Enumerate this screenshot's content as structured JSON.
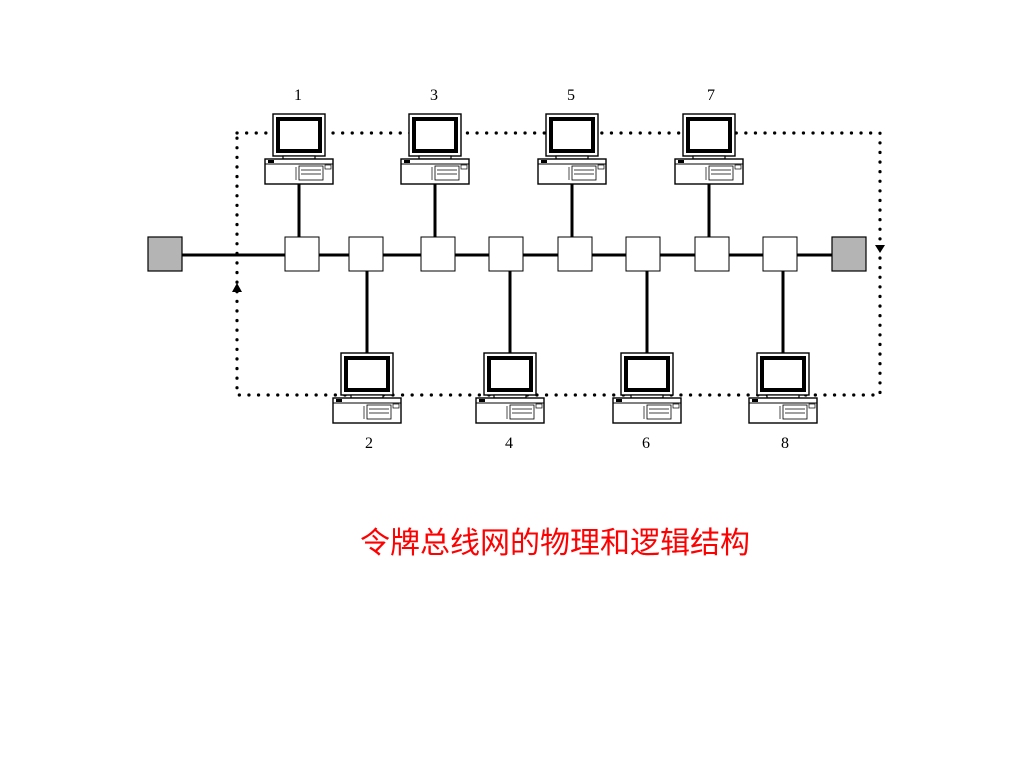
{
  "caption": "令牌总线网的物理和逻辑结构",
  "colors": {
    "caption": "#ff0000",
    "terminator": "#b4b4b4",
    "line": "#000000",
    "tap_fill": "#ffffff"
  },
  "stations": [
    {
      "label": "1",
      "side": "top"
    },
    {
      "label": "3",
      "side": "top"
    },
    {
      "label": "5",
      "side": "top"
    },
    {
      "label": "7",
      "side": "top"
    },
    {
      "label": "2",
      "side": "bottom"
    },
    {
      "label": "4",
      "side": "bottom"
    },
    {
      "label": "6",
      "side": "bottom"
    },
    {
      "label": "8",
      "side": "bottom"
    }
  ],
  "legend_icons": [
    "computer-icon",
    "bus-tap-icon",
    "bus-terminator-icon",
    "arrowhead-icon"
  ]
}
